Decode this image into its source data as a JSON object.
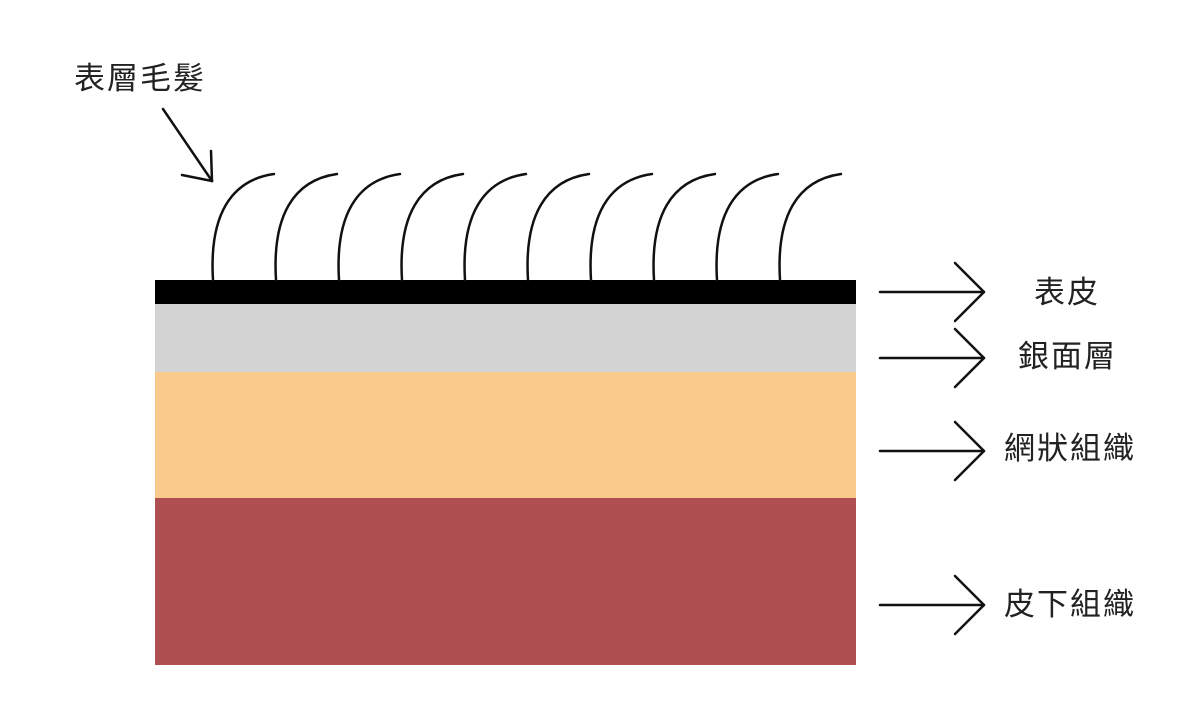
{
  "labels": {
    "surface_hair": "表層毛髮",
    "epidermis": "表皮",
    "grain_layer": "銀面層",
    "reticular_tissue": "網狀組織",
    "subcutaneous_tissue": "皮下組織"
  },
  "layers": [
    {
      "id": "epidermis",
      "color": "#000000"
    },
    {
      "id": "grain_layer",
      "color": "#d3d3d3"
    },
    {
      "id": "reticular_tissue",
      "color": "#f8cb8c"
    },
    {
      "id": "subcutaneous_tissue",
      "color": "#b04f52"
    }
  ],
  "colors": {
    "line": "#111111",
    "text": "#222222",
    "background": "#ffffff"
  },
  "hair_count": 10
}
